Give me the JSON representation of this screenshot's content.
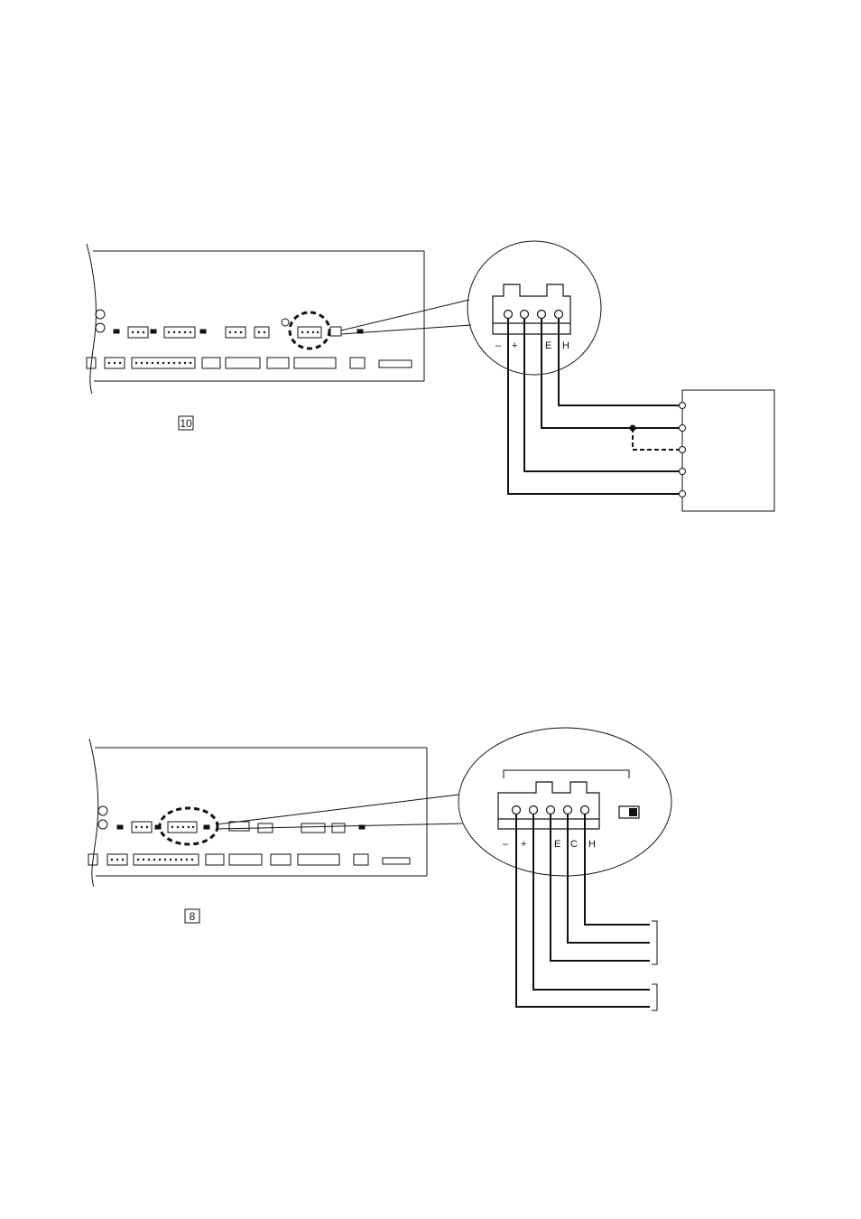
{
  "diagram_top": {
    "connector_terminals": [
      "–",
      "+",
      "E",
      "H"
    ],
    "board_callout_number": "10"
  },
  "diagram_bottom": {
    "connector_terminals": [
      "–",
      "+",
      "E",
      "C",
      "H"
    ],
    "board_callout_number": "8"
  }
}
